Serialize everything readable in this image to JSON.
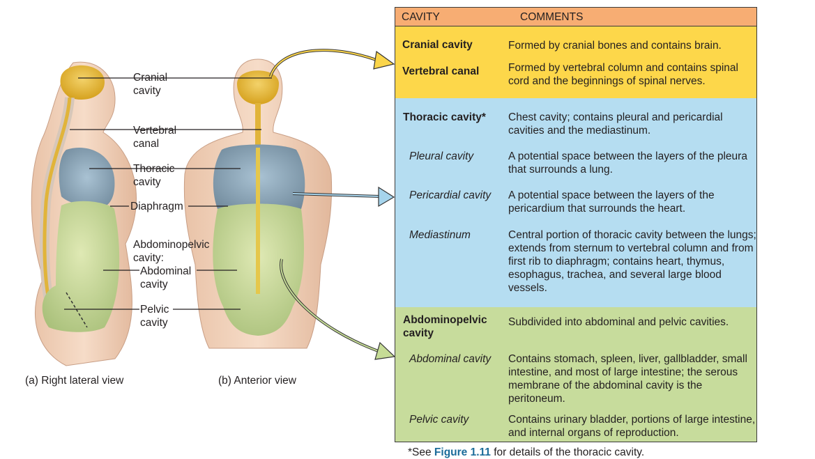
{
  "figure_labels": {
    "lateral": {
      "cranial": [
        "Cranial",
        "cavity"
      ],
      "vertebral": [
        "Vertebral",
        "canal"
      ],
      "thoracic": [
        "Thoracic",
        "cavity"
      ],
      "diaphragm": "Diaphragm",
      "abdominopelvic": [
        "Abdominopelvic",
        "cavity:"
      ],
      "abdominal": [
        "Abdominal",
        "cavity"
      ],
      "pelvic": [
        "Pelvic",
        "cavity"
      ]
    },
    "captions": {
      "a": "(a) Right lateral view",
      "b": "(b) Anterior view"
    }
  },
  "table": {
    "headers": {
      "cavity": "CAVITY",
      "comments": "COMMENTS"
    },
    "rows": [
      {
        "cavity": "Cranial cavity",
        "comment": "Formed by cranial bones and contains brain."
      },
      {
        "cavity": "Vertebral canal",
        "comment": "Formed by vertebral column and contains spinal cord and the beginnings of spinal nerves."
      },
      {
        "cavity": "Thoracic cavity*",
        "comment": "Chest cavity; contains pleural and pericardial cavities and the mediastinum."
      },
      {
        "cavity": "Pleural cavity",
        "comment": "A potential space between the layers of the pleura that surrounds a lung."
      },
      {
        "cavity": "Pericardial cavity",
        "comment": "A potential space between the layers of the pericardium that surrounds the heart."
      },
      {
        "cavity": "Mediastinum",
        "comment": "Central portion of thoracic cavity between the lungs; extends from sternum to vertebral column and from first rib to diaphragm; contains heart, thymus, esophagus, trachea, and several large blood vessels."
      },
      {
        "cavity": "Abdominopelvic cavity",
        "comment": "Subdivided into abdominal and pelvic cavities."
      },
      {
        "cavity": "Abdominal cavity",
        "comment": "Contains stomach, spleen, liver, gallbladder, small intestine, and most of large intestine; the serous membrane of the abdominal cavity is the peritoneum."
      },
      {
        "cavity": "Pelvic cavity",
        "comment": "Contains urinary bladder, portions of large intestine, and internal organs of reproduction."
      }
    ],
    "band_colors": {
      "header": "#f7ad73",
      "dorsal": "#fdd74a",
      "thoracic": "#b5ddf1",
      "abdominopelvic": "#c7dc9c"
    }
  },
  "footnote": {
    "prefix": "*See ",
    "link": "Figure 1.11",
    "suffix": " for details of the thoracic cavity."
  }
}
